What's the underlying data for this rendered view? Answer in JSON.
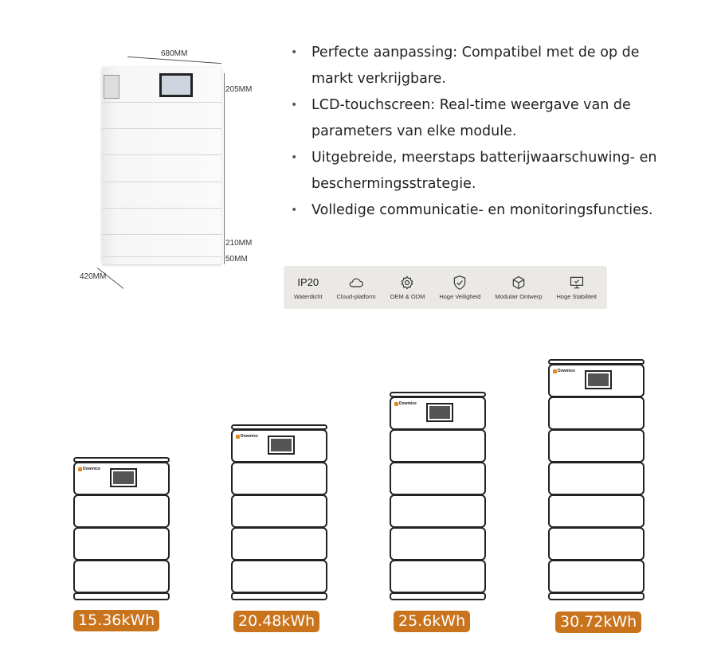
{
  "dimensions": {
    "width": "680MM",
    "depth": "420MM",
    "top_module": "205MM",
    "module": "210MM",
    "base": "50MM"
  },
  "brand_logo": "Dowmice",
  "features_text": [
    "Perfecte aanpassing: Compatibel met de op de markt verkrijgbare.",
    "LCD-touchscreen: Real-time weergave van de parameters van elke module.",
    "Uitgebreide, meerstaps batterijwaarschuwing- en beschermingsstrategie.",
    "Volledige communicatie- en monitoringsfuncties."
  ],
  "badges": [
    {
      "title": "IP20",
      "label": "Waterdicht"
    },
    {
      "icon": "cloud-icon",
      "label": "Cloud-platform"
    },
    {
      "icon": "gear-icon",
      "label": "OEM & ODM"
    },
    {
      "icon": "shield-check-icon",
      "label": "Hoge Veiligheid"
    },
    {
      "icon": "cube-icon",
      "label": "Modulair Ontwerp"
    },
    {
      "icon": "monitor-check-icon",
      "label": "Hoge Stabiliteit"
    }
  ],
  "configurations": [
    {
      "capacity": "15.36kWh",
      "modules": 3
    },
    {
      "capacity": "20.48kWh",
      "modules": 4
    },
    {
      "capacity": "25.6kWh",
      "modules": 5
    },
    {
      "capacity": "30.72kWh",
      "modules": 6
    }
  ],
  "colors": {
    "label_bg": "#c9731d",
    "logo": "#e08a1e"
  }
}
